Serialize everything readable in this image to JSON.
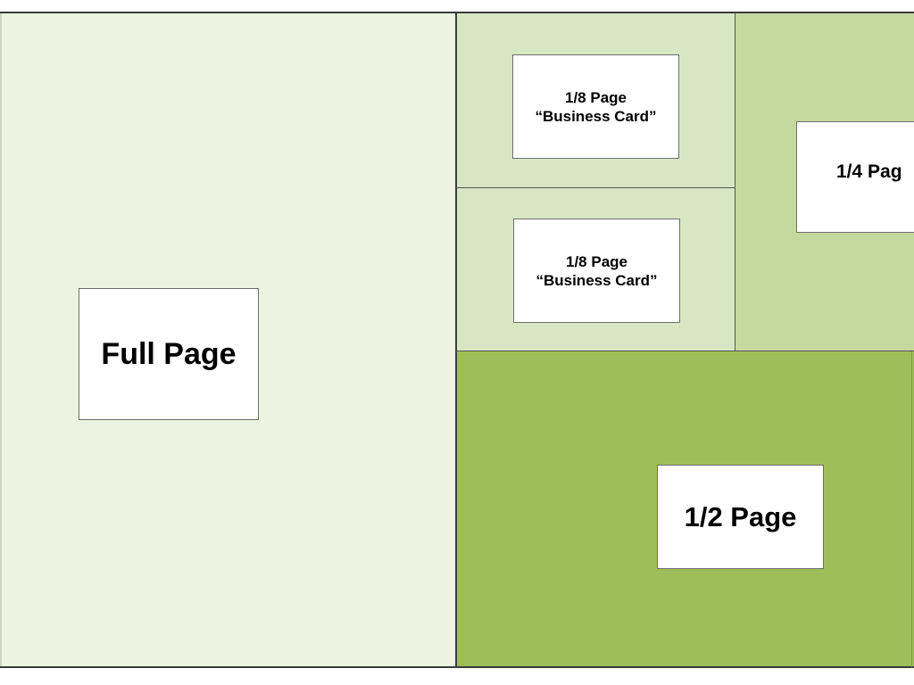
{
  "layout": {
    "full_page": {
      "label": "Full Page",
      "color": "#ecf3e0"
    },
    "eighth_page_top": {
      "line1": "1/8 Page",
      "line2": "“Business Card”",
      "color": "#d8e6c4"
    },
    "eighth_page_bottom": {
      "line1": "1/8 Page",
      "line2": "“Business Card”",
      "color": "#d8e6c4"
    },
    "quarter_page": {
      "label": "1/4 Pag",
      "color": "#c5d99f"
    },
    "half_page": {
      "label": "1/2 Page",
      "color": "#9dbe58"
    }
  }
}
